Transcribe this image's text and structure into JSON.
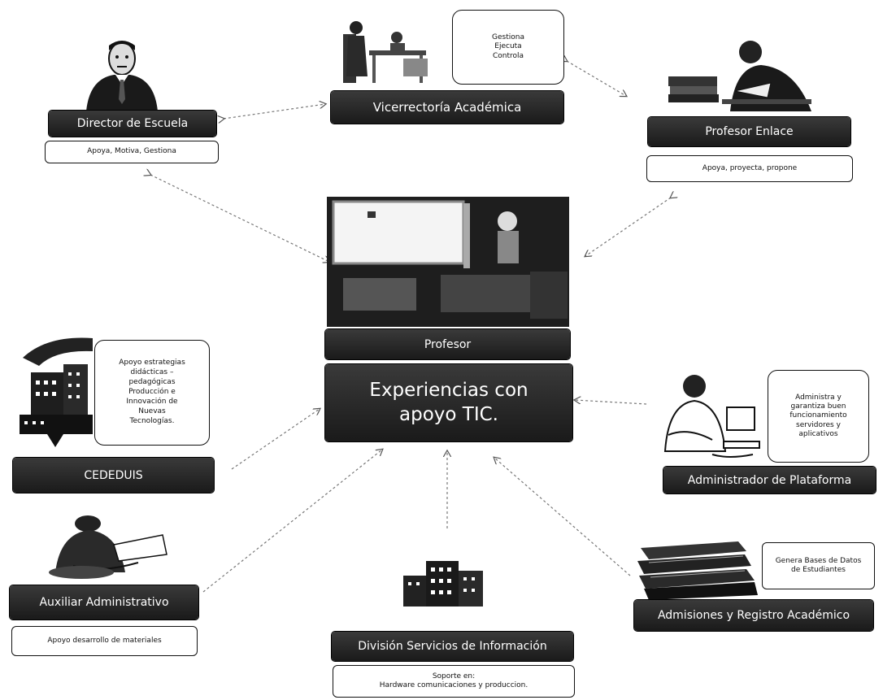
{
  "nodes": {
    "vicerrectoria": {
      "title": "Vicerrectoría  Académica",
      "note": "Gestiona\nEjecuta\nControla"
    },
    "director": {
      "title": "Director de Escuela",
      "note": "Apoya, Motiva, Gestiona"
    },
    "enlace": {
      "title": "Profesor Enlace",
      "note": "Apoya, proyecta, propone"
    },
    "profesor": {
      "title": "Profesor"
    },
    "center": {
      "title": "Experiencias con\napoyo TIC."
    },
    "cededuis": {
      "title": "CEDEDUIS",
      "note": "Apoyo estrategias\ndidácticas –\npedagógicas\nProducción e\nInnovación de\nNuevas\nTecnologías."
    },
    "admin_plataforma": {
      "title": "Administrador de Plataforma",
      "note": "Administra y\ngarantiza buen\nfuncionamiento\nservidores y\naplicativos"
    },
    "auxiliar": {
      "title": "Auxiliar Administrativo",
      "note": "Apoyo desarrollo de materiales"
    },
    "division": {
      "title": "División Servicios de Información",
      "note": "Soporte en:\nHardware  comunicaciones y produccion."
    },
    "admisiones": {
      "title": "Admisiones y Registro Académico",
      "note": "Genera Bases de Datos\nde Estudiantes"
    }
  },
  "icons": [
    "man-with-tie-icon",
    "meeting-people-icon",
    "man-reading-icon",
    "classroom-teacher-icon",
    "city-buildings-icon",
    "computer-user-icon",
    "office-worker-icon",
    "building-icon",
    "stacked-books-icon"
  ]
}
